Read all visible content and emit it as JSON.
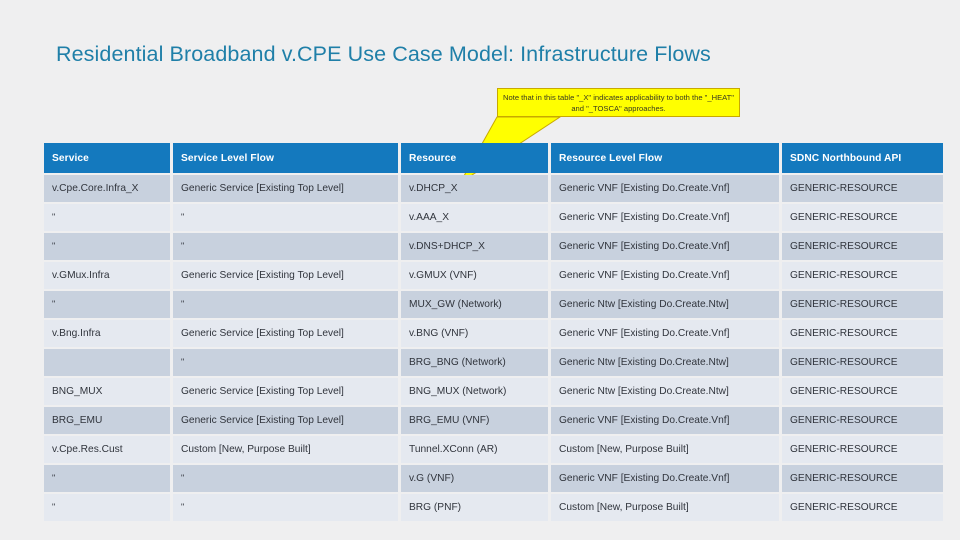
{
  "title": "Residential Broadband v.CPE Use Case Model: Infrastructure Flows",
  "callout": {
    "text": "Note that in this table \"_X\" indicates applicability to both the \"_HEAT\" and \"_TOSCA\" approaches."
  },
  "colors": {
    "title": "#1f7fa8",
    "header_bg": "#1479be",
    "row_odd": "#c8d1de",
    "row_even": "#e5e9f0",
    "callout_bg": "#ffff00",
    "page_bg": "#efeff0"
  },
  "table": {
    "headers": [
      "Service",
      "Service Level Flow",
      "Resource",
      "Resource Level Flow",
      "SDNC Northbound API"
    ],
    "ditto": "\"",
    "rows": [
      {
        "service": "v.Cpe.Core.Infra_X",
        "service_level_flow": "Generic Service [Existing Top Level]",
        "resource": "v.DHCP_X",
        "resource_level_flow": "Generic VNF [Existing Do.Create.Vnf]",
        "sdnc_api": "GENERIC-RESOURCE"
      },
      {
        "service": "\"",
        "service_level_flow": "\"",
        "resource": "v.AAA_X",
        "resource_level_flow": "Generic VNF [Existing Do.Create.Vnf]",
        "sdnc_api": "GENERIC-RESOURCE"
      },
      {
        "service": "\"",
        "service_level_flow": "\"",
        "resource": "v.DNS+DHCP_X",
        "resource_level_flow": "Generic VNF [Existing Do.Create.Vnf]",
        "sdnc_api": "GENERIC-RESOURCE"
      },
      {
        "service": "v.GMux.Infra",
        "service_level_flow": "Generic Service [Existing Top Level]",
        "resource": "v.GMUX (VNF)",
        "resource_level_flow": "Generic VNF [Existing Do.Create.Vnf]",
        "sdnc_api": "GENERIC-RESOURCE"
      },
      {
        "service": "\"",
        "service_level_flow": "\"",
        "resource": "MUX_GW (Network)",
        "resource_level_flow": "Generic Ntw [Existing Do.Create.Ntw]",
        "sdnc_api": "GENERIC-RESOURCE"
      },
      {
        "service": "v.Bng.Infra",
        "service_level_flow": "Generic Service [Existing Top Level]",
        "resource": "v.BNG (VNF)",
        "resource_level_flow": "Generic VNF [Existing Do.Create.Vnf]",
        "sdnc_api": "GENERIC-RESOURCE"
      },
      {
        "service": "",
        "service_level_flow": "\"",
        "resource": "BRG_BNG (Network)",
        "resource_level_flow": "Generic Ntw [Existing Do.Create.Ntw]",
        "sdnc_api": "GENERIC-RESOURCE"
      },
      {
        "service": "BNG_MUX",
        "service_level_flow": "Generic Service [Existing Top Level]",
        "resource": "BNG_MUX (Network)",
        "resource_level_flow": "Generic Ntw [Existing Do.Create.Ntw]",
        "sdnc_api": "GENERIC-RESOURCE"
      },
      {
        "service": "BRG_EMU",
        "service_level_flow": "Generic Service [Existing Top Level]",
        "resource": "BRG_EMU (VNF)",
        "resource_level_flow": "Generic VNF [Existing Do.Create.Vnf]",
        "sdnc_api": "GENERIC-RESOURCE"
      },
      {
        "service": "v.Cpe.Res.Cust",
        "service_level_flow": "Custom [New, Purpose Built]",
        "resource": "Tunnel.XConn (AR)",
        "resource_level_flow": "Custom [New, Purpose Built]",
        "sdnc_api": "GENERIC-RESOURCE"
      },
      {
        "service": "\"",
        "service_level_flow": "\"",
        "resource": "v.G (VNF)",
        "resource_level_flow": "Generic VNF [Existing Do.Create.Vnf]",
        "sdnc_api": "GENERIC-RESOURCE"
      },
      {
        "service": "\"",
        "service_level_flow": "\"",
        "resource": "BRG (PNF)",
        "resource_level_flow": "Custom [New, Purpose Built]",
        "sdnc_api": "GENERIC-RESOURCE"
      }
    ]
  }
}
